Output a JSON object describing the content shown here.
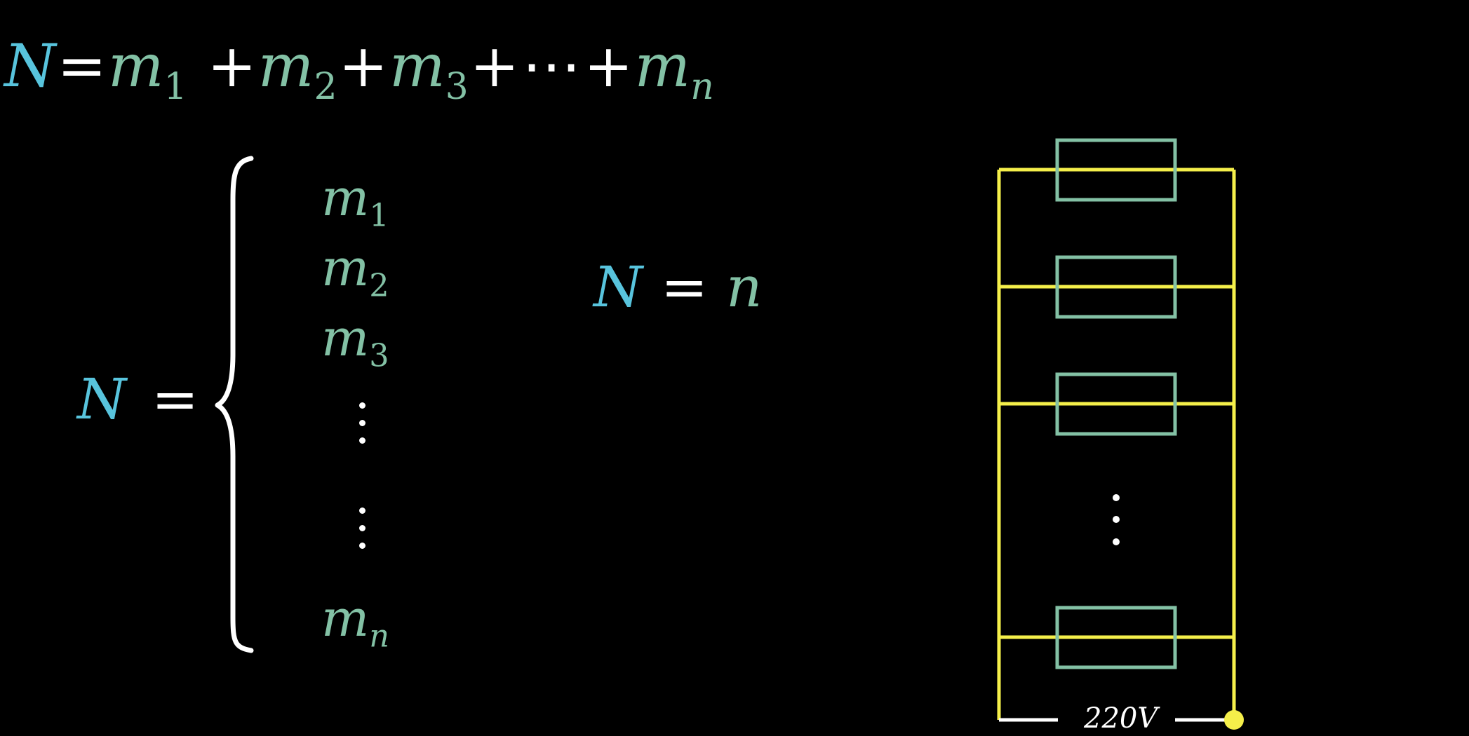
{
  "top_equation": {
    "N": "N",
    "eq": "=",
    "plus": "+",
    "m": "m",
    "dots": "⋯",
    "subscripts": [
      "1",
      "2",
      "3",
      "n"
    ]
  },
  "brace_equation": {
    "lhs": "N",
    "eq": "=",
    "items": [
      {
        "base": "m",
        "sub": "1"
      },
      {
        "base": "m",
        "sub": "2"
      },
      {
        "base": "m",
        "sub": "3"
      },
      {
        "base": "m",
        "sub": "n"
      }
    ]
  },
  "count_equation": {
    "lhs": "N",
    "eq": "=",
    "rhs": "n"
  },
  "circuit": {
    "voltage_label": "220V",
    "wire_color": "#f5ef4a",
    "resistor_color": "#83c1a5",
    "terminal_color": "#f5ef4a"
  },
  "colors": {
    "symbol_blue": "#58c4dd",
    "symbol_green": "#83c1a5",
    "operator_white": "#ffffff",
    "background": "#000000"
  }
}
